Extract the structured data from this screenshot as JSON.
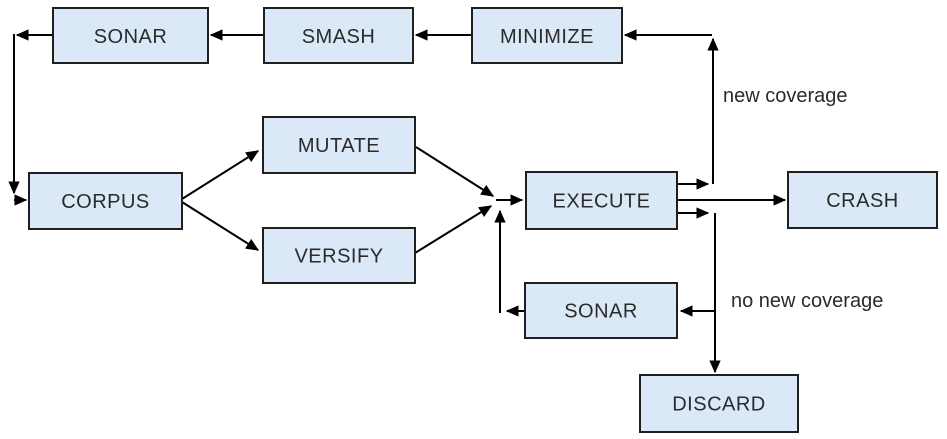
{
  "diagram": {
    "type": "flowchart",
    "nodes": {
      "sonar_top": {
        "label": "SONAR"
      },
      "smash": {
        "label": "SMASH"
      },
      "minimize": {
        "label": "MINIMIZE"
      },
      "corpus": {
        "label": "CORPUS"
      },
      "mutate": {
        "label": "MUTATE"
      },
      "versify": {
        "label": "VERSIFY"
      },
      "execute": {
        "label": "EXECUTE"
      },
      "crash": {
        "label": "CRASH"
      },
      "sonar_bottom": {
        "label": "SONAR"
      },
      "discard": {
        "label": "DISCARD"
      }
    },
    "edge_labels": {
      "new_coverage": "new coverage",
      "no_new_coverage": "no new coverage"
    },
    "edges": [
      {
        "from": "SMASH",
        "to": "SONAR (top)"
      },
      {
        "from": "MINIMIZE",
        "to": "SMASH"
      },
      {
        "from": "EXECUTE",
        "to": "MINIMIZE",
        "label": "new coverage"
      },
      {
        "from": "SONAR (top)",
        "to": "CORPUS"
      },
      {
        "from": "CORPUS",
        "to": "MUTATE"
      },
      {
        "from": "CORPUS",
        "to": "VERSIFY"
      },
      {
        "from": "MUTATE",
        "to": "EXECUTE"
      },
      {
        "from": "VERSIFY",
        "to": "EXECUTE"
      },
      {
        "from": "EXECUTE",
        "to": "CRASH"
      },
      {
        "from": "EXECUTE",
        "to": "SONAR (bottom)",
        "label": "no new coverage"
      },
      {
        "from": "EXECUTE",
        "to": "DISCARD",
        "label": "no new coverage"
      },
      {
        "from": "SONAR (bottom)",
        "to": "EXECUTE"
      }
    ],
    "colors": {
      "node_fill": "#dae8f7",
      "node_border": "#1f1f1f",
      "line": "#000000",
      "text": "#2b2b2b",
      "background": "#ffffff"
    }
  }
}
